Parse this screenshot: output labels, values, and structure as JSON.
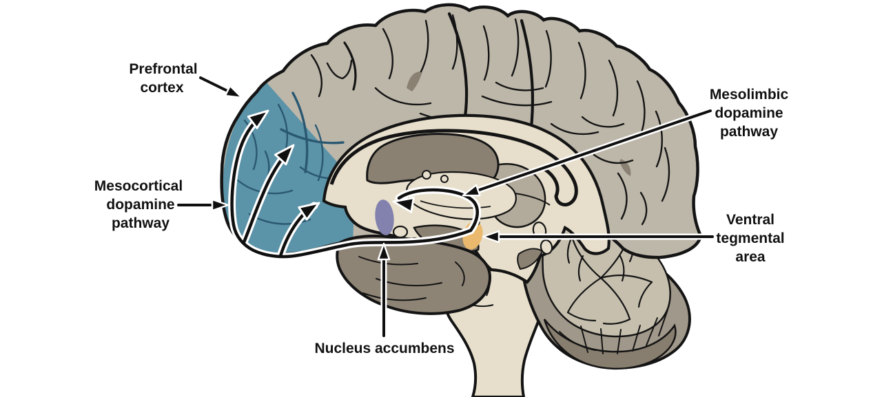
{
  "figure": {
    "description": "Sagittal human brain diagram of dopamine pathways",
    "background": "#ffffff"
  },
  "colors": {
    "outline": "#141414",
    "cortex_gray": "#bdb7aa",
    "inner_dark_gray": "#8a8173",
    "cream": "#e7dfcc",
    "temporal_gray": "#8d8476",
    "cerebellum_outer": "#a0988a",
    "cerebellum_inner": "#c6bfae",
    "cerebellum_bottom": "#877e6f",
    "pulvinar_gray": "#b2aa9a",
    "pfc_blue": "#5b93a8",
    "pfc_blue_line": "#2a5871",
    "nucleus_accumbens_purple": "#8381ad",
    "vta_orange": "#eab96e",
    "pathway_black": "#0f0f0f",
    "pathway_casing": "#ffffff",
    "label_text": "#111111"
  },
  "labels": {
    "prefrontal_cortex": {
      "lines": [
        "Prefrontal",
        "cortex"
      ]
    },
    "mesocortical_pathway": {
      "lines": [
        "Mesocortical",
        "dopamine",
        "pathway"
      ]
    },
    "mesolimbic_pathway": {
      "lines": [
        "Mesolimbic",
        "dopamine",
        "pathway"
      ]
    },
    "ventral_tegmental_area": {
      "lines": [
        "Ventral",
        "tegmental",
        "area"
      ]
    },
    "nucleus_accumbens": {
      "lines": [
        "Nucleus accumbens"
      ]
    }
  }
}
